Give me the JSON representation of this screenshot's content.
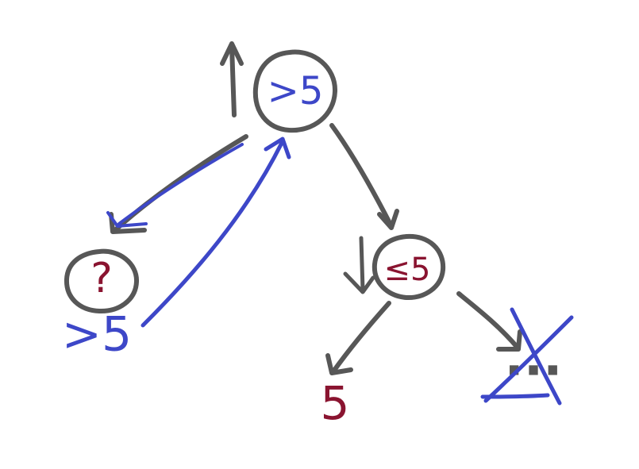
{
  "colors": {
    "gray": "#575757",
    "blue": "#3d47c8",
    "red": "#8a1430"
  },
  "nodes": {
    "root": {
      "label": ">5"
    },
    "left": {
      "label": "?"
    },
    "right": {
      "label": "≤5"
    }
  },
  "labels": {
    "left_result": ">5",
    "leaf_value": "5",
    "ellipsis": "..."
  }
}
